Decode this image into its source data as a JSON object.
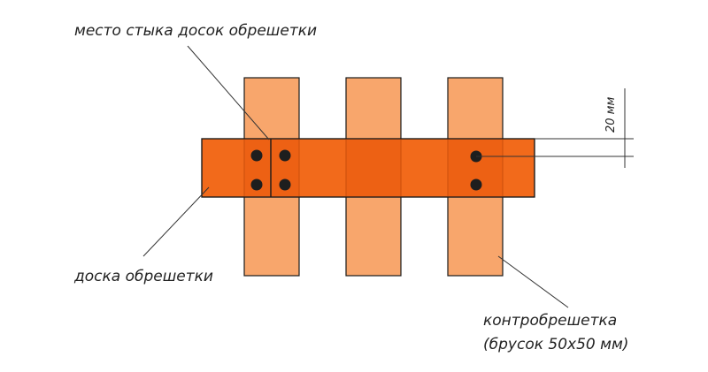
{
  "labels": {
    "joint": "место стыка досок обрешетки",
    "board": "доска обрешетки",
    "counter_line1": "контробрешетка",
    "counter_line2": "(брусок 50х50 мм)",
    "dimension": "20 мм"
  },
  "colors": {
    "counter_batten_fill": "#F8A66C",
    "board_fill": "#F26A1B",
    "overlap_fill": "#EA5A0E",
    "outline": "#1a1a1a",
    "bolt": "#1e1e1e",
    "leader_line": "#333333"
  }
}
